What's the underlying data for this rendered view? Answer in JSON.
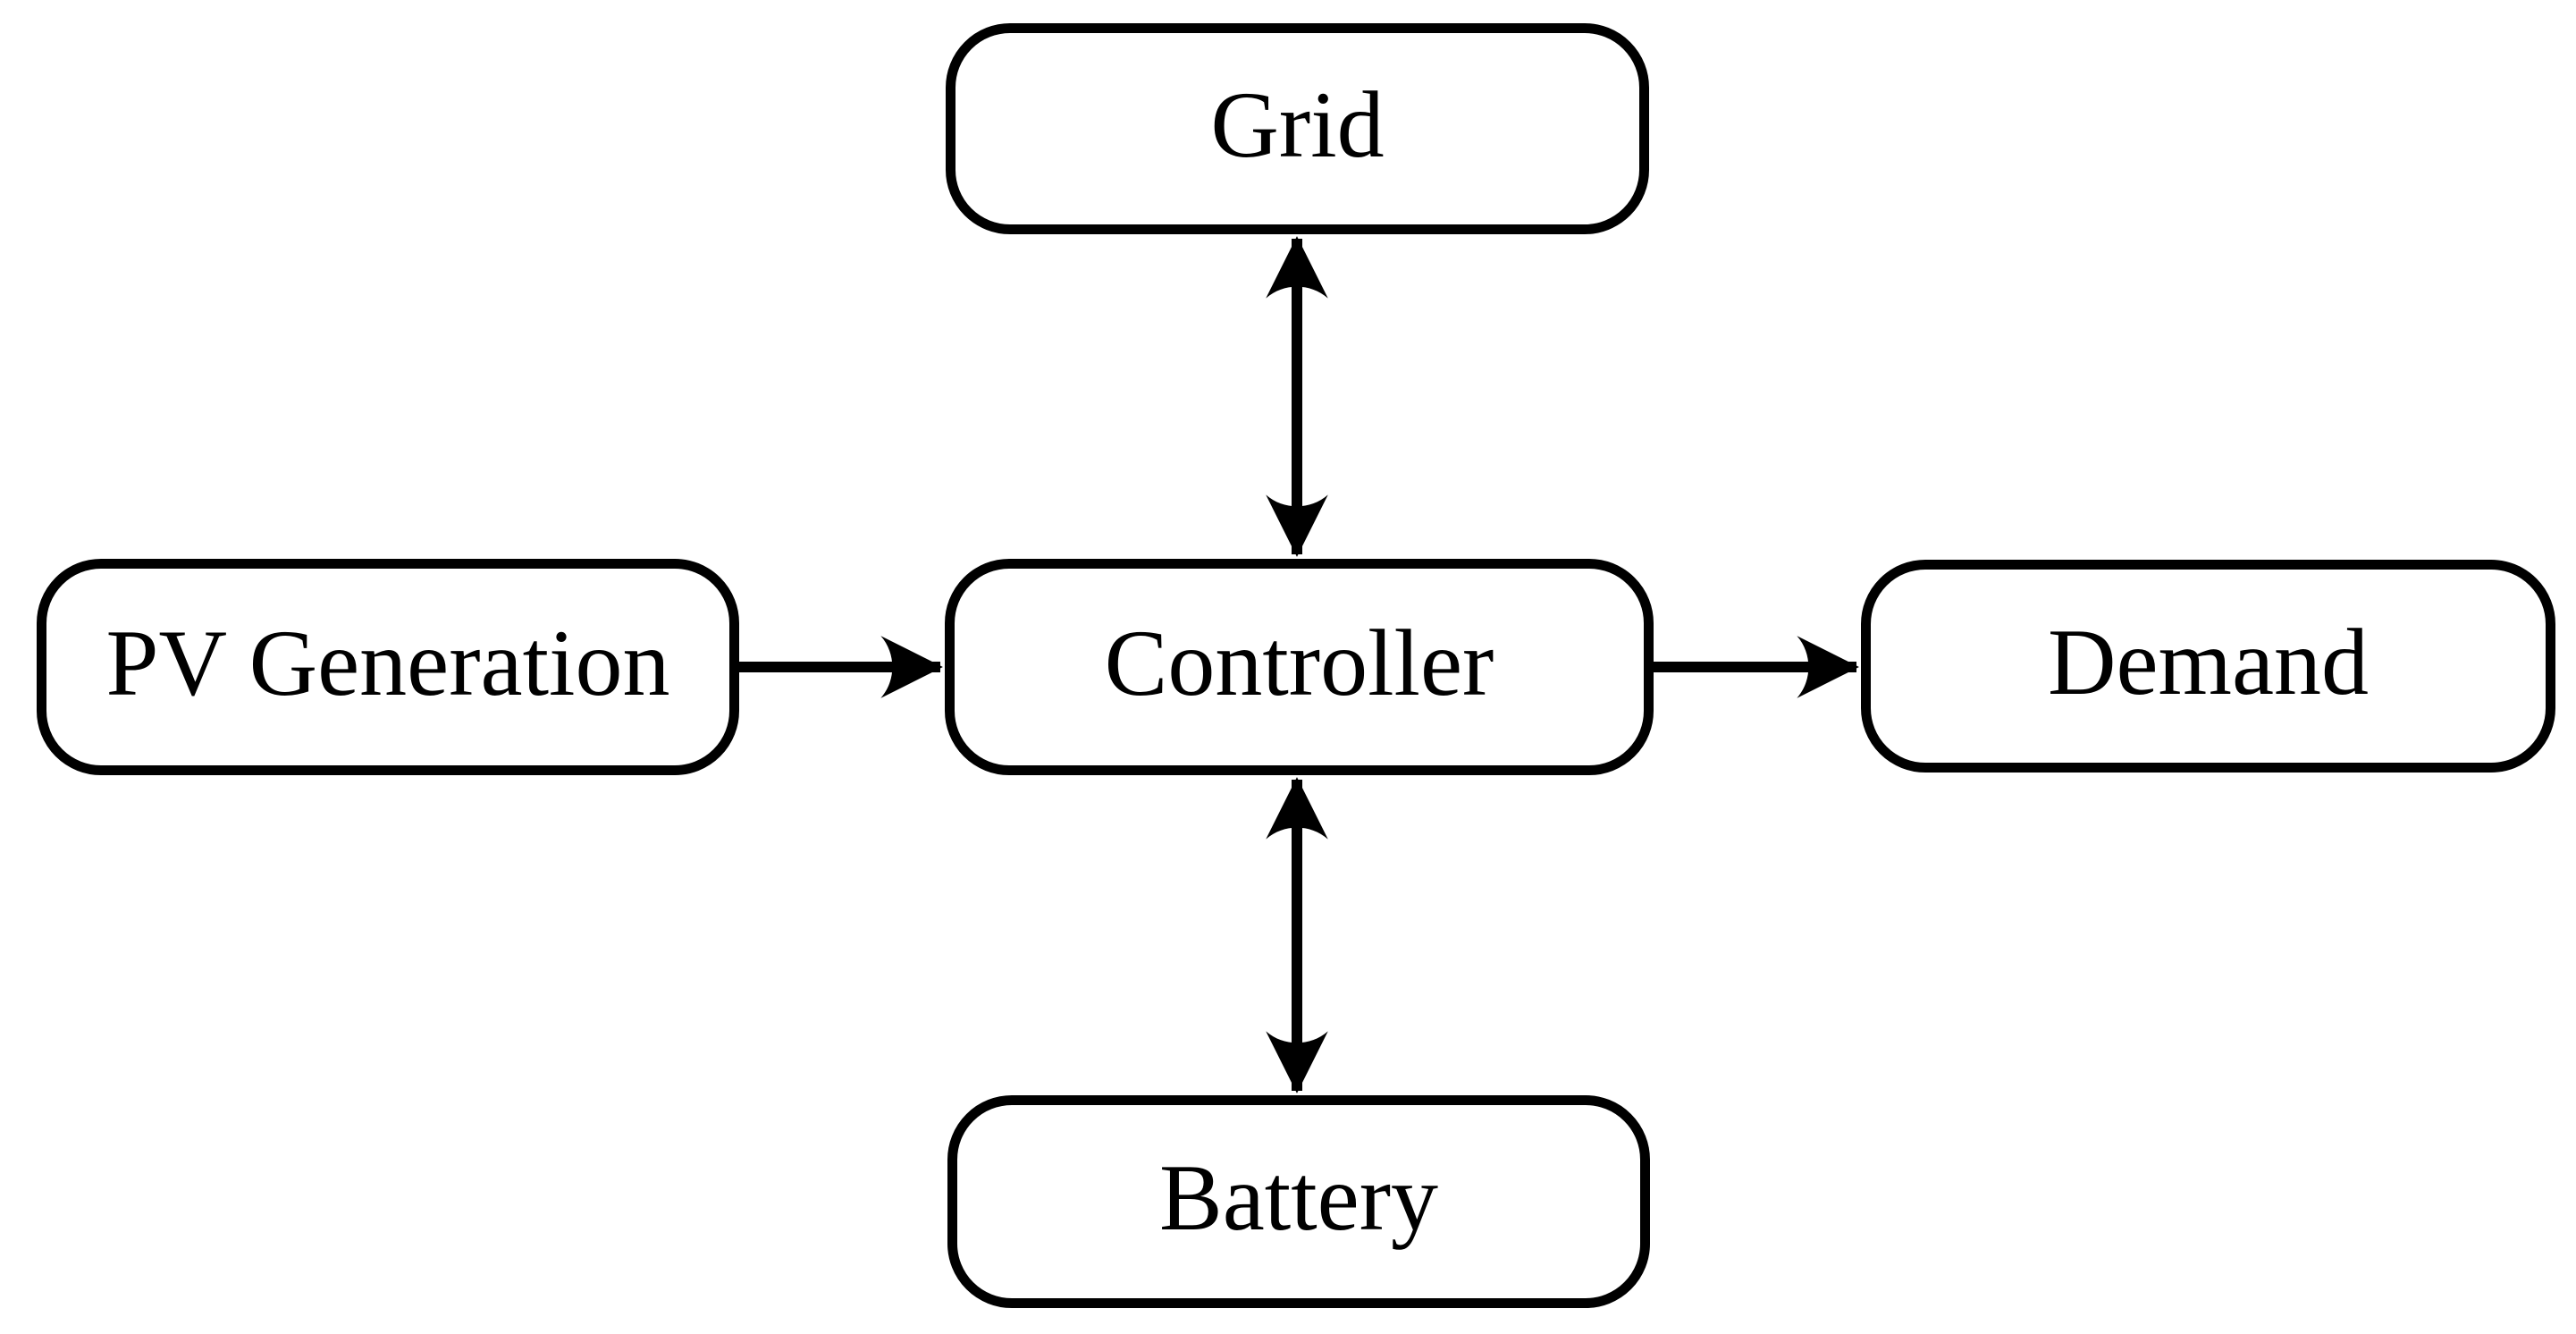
{
  "diagram": {
    "background_color": "#ffffff",
    "stroke_color": "#000000",
    "nodes": [
      {
        "id": "grid",
        "label": "Grid"
      },
      {
        "id": "pv",
        "label": "PV Generation"
      },
      {
        "id": "controller",
        "label": "Controller"
      },
      {
        "id": "demand",
        "label": "Demand"
      },
      {
        "id": "battery",
        "label": "Battery"
      }
    ],
    "edges": [
      {
        "from": "grid",
        "to": "controller",
        "direction": "bidirectional"
      },
      {
        "from": "pv",
        "to": "controller",
        "direction": "forward"
      },
      {
        "from": "controller",
        "to": "demand",
        "direction": "forward"
      },
      {
        "from": "controller",
        "to": "battery",
        "direction": "bidirectional"
      }
    ]
  }
}
